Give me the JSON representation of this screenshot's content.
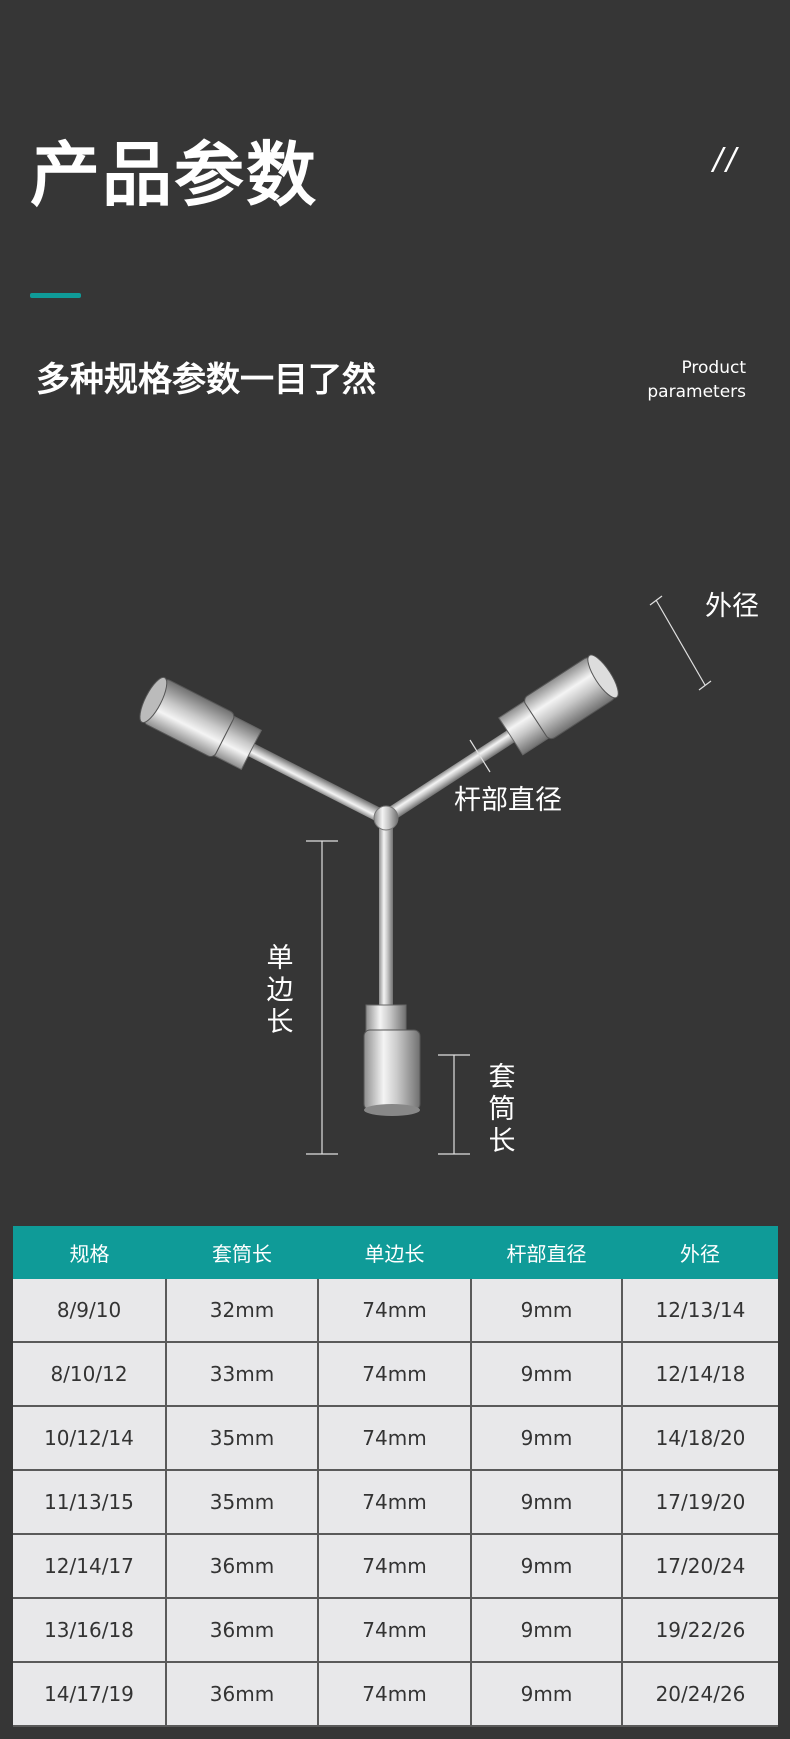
{
  "header": {
    "title": "产品参数",
    "slashes": "//",
    "subtitle": "多种规格参数一目了然",
    "en_line1": "Product",
    "en_line2": "parameters"
  },
  "diagram": {
    "label_outer_diameter": "外径",
    "label_rod_diameter": "杆部直径",
    "label_side_length": "单边长",
    "label_socket_length": "套筒长"
  },
  "colors": {
    "background": "#363636",
    "accent": "#0f9b98",
    "table_cell": "#e8e8ea"
  },
  "table": {
    "headers": [
      "规格",
      "套筒长",
      "单边长",
      "杆部直径",
      "外径"
    ],
    "rows": [
      [
        "8/9/10",
        "32mm",
        "74mm",
        "9mm",
        "12/13/14"
      ],
      [
        "8/10/12",
        "33mm",
        "74mm",
        "9mm",
        "12/14/18"
      ],
      [
        "10/12/14",
        "35mm",
        "74mm",
        "9mm",
        "14/18/20"
      ],
      [
        "11/13/15",
        "35mm",
        "74mm",
        "9mm",
        "17/19/20"
      ],
      [
        "12/14/17",
        "36mm",
        "74mm",
        "9mm",
        "17/20/24"
      ],
      [
        "13/16/18",
        "36mm",
        "74mm",
        "9mm",
        "19/22/26"
      ],
      [
        "14/17/19",
        "36mm",
        "74mm",
        "9mm",
        "20/24/26"
      ]
    ]
  }
}
